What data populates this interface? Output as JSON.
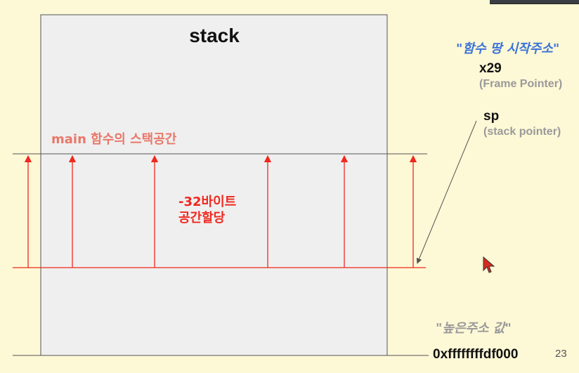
{
  "slide": {
    "stack_label": "stack",
    "main_stack_space_label": "main 함수의 스택공간",
    "alloc_label_line1": "-32바이트",
    "alloc_label_line2": "공간할당",
    "func_start_label": "\"함수 땅 시작주소\"",
    "x29_label": "x29",
    "x29_desc": "(Frame Pointer)",
    "sp_label": "sp",
    "sp_desc": "(stack pointer)",
    "high_addr_label": "\"높은주소 값\"",
    "address_value": "0xffffffffdf000",
    "page_number": "23"
  },
  "colors": {
    "background": "#fdf8d6",
    "stack_fill": "#efefef",
    "accent_red": "#f0281e",
    "salmon": "#e8786a",
    "blue": "#3b73d9",
    "gray": "#9a9a9a"
  },
  "icons": {
    "cursor": "mouse-pointer-icon"
  }
}
